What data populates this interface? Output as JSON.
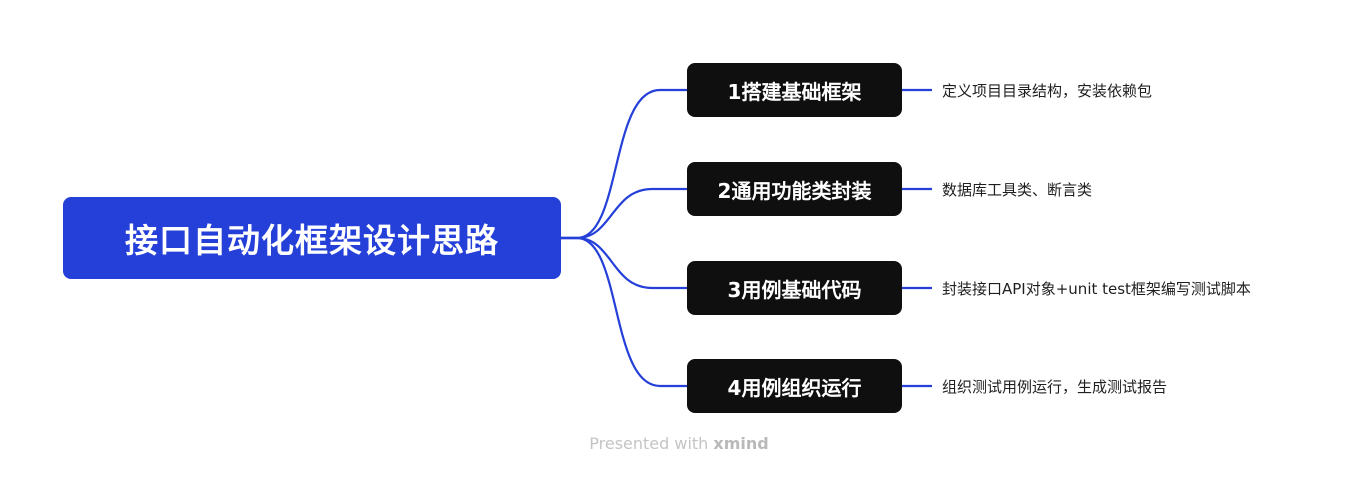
{
  "mindmap": {
    "root": "接口自动化框架设计思路",
    "branches": [
      {
        "label": "1搭建基础框架",
        "detail": "定义项目目录结构，安装依赖包"
      },
      {
        "label": "2通用功能类封装",
        "detail": "数据库工具类、断言类"
      },
      {
        "label": "3用例基础代码",
        "detail": "封装接口API对象+unit test框架编写测试脚本"
      },
      {
        "label": "4用例组织运行",
        "detail": "组织测试用例运行，生成测试报告"
      }
    ]
  },
  "footer": {
    "prefix": "Presented with",
    "brand": "xmind"
  },
  "colors": {
    "root_fill": "#2540d8",
    "branch_fill": "#0f0f10",
    "connector": "#2540d8",
    "background": "#ffffff"
  }
}
